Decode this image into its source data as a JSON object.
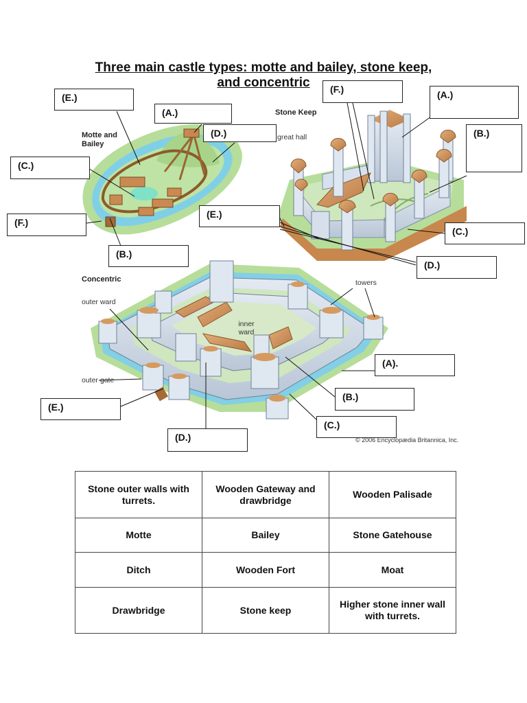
{
  "title": {
    "line1": "Three main castle types: motte and bailey, stone keep,",
    "line2": "and concentric"
  },
  "diagram_labels": {
    "motte_and_bailey": "Motte and Bailey",
    "stone_keep": "Stone Keep",
    "great_hall": "great hall",
    "concentric": "Concentric",
    "outer_ward": "outer ward",
    "inner_ward": "inner ward",
    "towers": "towers",
    "outer_gate": "outer gate",
    "copyright": "© 2006 Encyclopædia Britannica, Inc."
  },
  "answer_boxes": {
    "mb_e": "(E.)",
    "mb_a": "(A.)",
    "mb_d": "(D.)",
    "mb_c": "(C.)",
    "mb_f": "(F.)",
    "mb_b": "(B.)",
    "sk_f": "(F.)",
    "sk_a": "(A.)",
    "sk_b": "(B.)",
    "sk_e": "(E.)",
    "sk_c": "(C.)",
    "sk_d": "(D.)",
    "cc_a": "(A).",
    "cc_b": "(B.)",
    "cc_e": "(E.)",
    "cc_c": "(C.)",
    "cc_d": "(D.)"
  },
  "word_bank": [
    [
      "Stone outer walls with turrets.",
      "Wooden Gateway and drawbridge",
      "Wooden Palisade"
    ],
    [
      "Motte",
      "Bailey",
      "Stone Gatehouse"
    ],
    [
      "Ditch",
      "Wooden Fort",
      "Moat"
    ],
    [
      "Drawbridge",
      "Stone keep",
      "Higher stone inner wall with turrets."
    ]
  ]
}
